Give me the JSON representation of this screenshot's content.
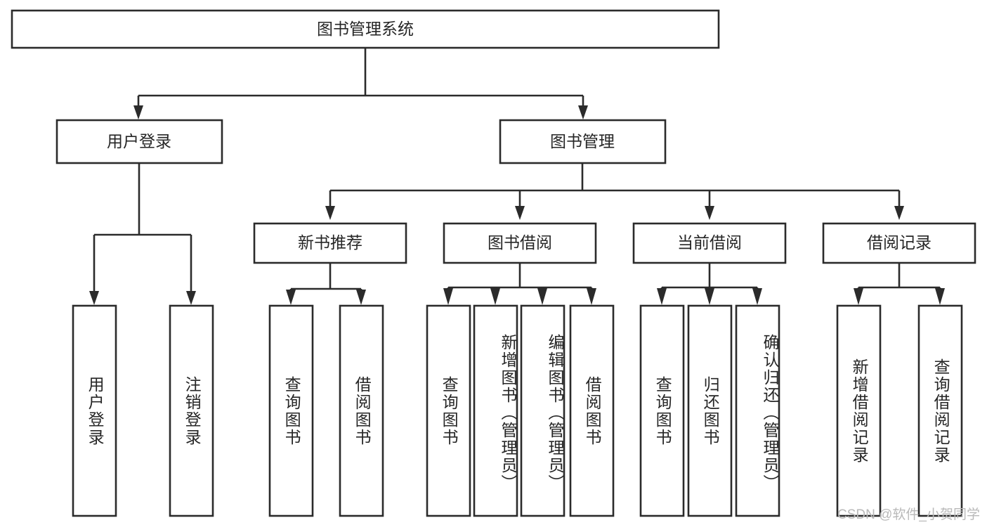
{
  "diagram": {
    "type": "hierarchy-tree",
    "title": "图书管理系统",
    "orientation": "top-down",
    "levels": 4,
    "root": {
      "id": "root",
      "label": "图书管理系统"
    },
    "level2": [
      {
        "id": "user-login",
        "label": "用户登录"
      },
      {
        "id": "book-manage",
        "label": "图书管理"
      }
    ],
    "level3": [
      {
        "id": "new-book-recommend",
        "label": "新书推荐",
        "parent": "book-manage"
      },
      {
        "id": "book-borrow",
        "label": "图书借阅",
        "parent": "book-manage"
      },
      {
        "id": "current-borrow",
        "label": "当前借阅",
        "parent": "book-manage"
      },
      {
        "id": "borrow-record",
        "label": "借阅记录",
        "parent": "book-manage"
      }
    ],
    "leaves": {
      "user-login": [
        {
          "id": "leaf-user-login",
          "label": "用户登录"
        },
        {
          "id": "leaf-user-logout",
          "label": "注销登录"
        }
      ],
      "new-book-recommend": [
        {
          "id": "leaf-query-book-1",
          "label": "查询图书"
        },
        {
          "id": "leaf-borrow-book-1",
          "label": "借阅图书"
        }
      ],
      "book-borrow": [
        {
          "id": "leaf-query-book-2",
          "label": "查询图书"
        },
        {
          "id": "leaf-add-book",
          "label": "新增图书（管理员）"
        },
        {
          "id": "leaf-edit-book",
          "label": "编辑图书（管理员）"
        },
        {
          "id": "leaf-borrow-book-2",
          "label": "借阅图书"
        }
      ],
      "current-borrow": [
        {
          "id": "leaf-query-book-3",
          "label": "查询图书"
        },
        {
          "id": "leaf-return-book",
          "label": "归还图书"
        },
        {
          "id": "leaf-confirm-return",
          "label": "确认归还（管理员）"
        }
      ],
      "borrow-record": [
        {
          "id": "leaf-add-record",
          "label": "新增借阅记录"
        },
        {
          "id": "leaf-query-record",
          "label": "查询借阅记录"
        }
      ]
    }
  },
  "watermark": {
    "text": "CSDN @软件_小贺同学"
  },
  "colors": {
    "box_stroke": "#2b2b2b",
    "box_fill": "#ffffff",
    "text": "#262626",
    "connector": "#2b2b2b",
    "background": "#ffffff",
    "watermark": "#b9b9b9"
  }
}
